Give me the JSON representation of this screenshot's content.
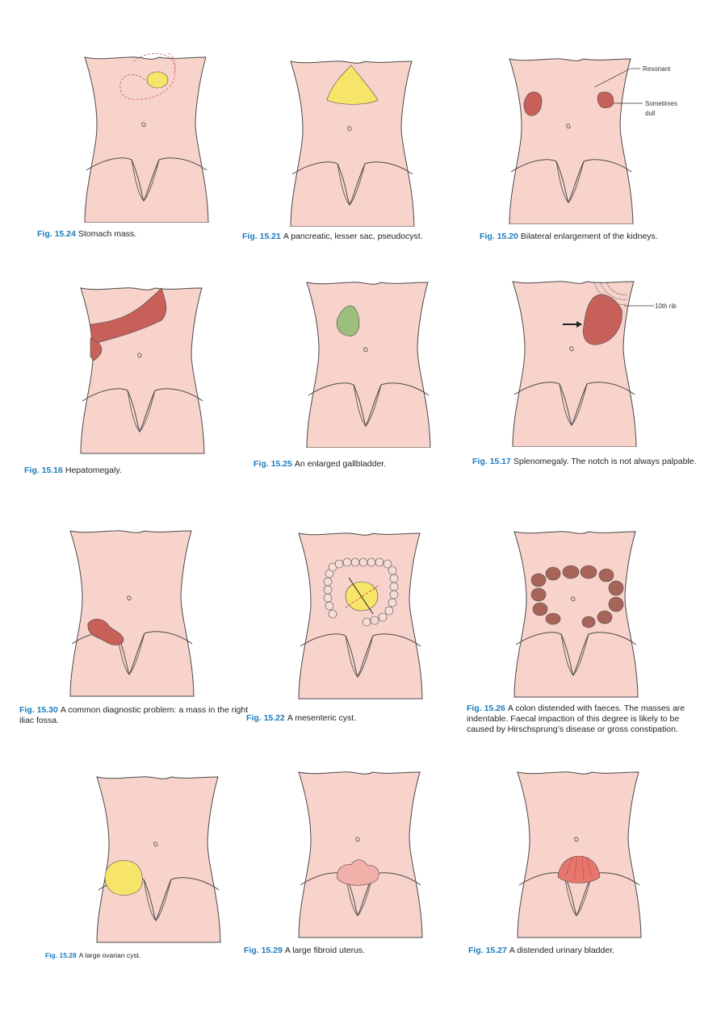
{
  "figures": [
    {
      "num": "Fig. 15.24",
      "text": "Stomach mass."
    },
    {
      "num": "Fig. 15.21",
      "text": "A pancreatic, lesser sac, pseudocyst."
    },
    {
      "num": "Fig. 15.20",
      "text": "Bilateral enlargement of the kidneys."
    },
    {
      "num": "Fig. 15.16",
      "text": "Hepatomegaly."
    },
    {
      "num": "Fig. 15.25",
      "text": "An enlarged gallbladder."
    },
    {
      "num": "Fig. 15.17",
      "text": "Splenomegaly. The notch is not always palpable."
    },
    {
      "num": "Fig. 15.30",
      "text": "A common diagnostic problem: a mass in the right iliac fossa."
    },
    {
      "num": "Fig. 15.22",
      "text": "A mesenteric cyst."
    },
    {
      "num": "Fig. 15.26",
      "text": "A colon distended with faeces. The masses are indentable. Faecal impaction of this degree is likely to be caused by Hirschsprung’s disease or gross constipation."
    },
    {
      "num": "Fig. 15.28",
      "text": "A large ovarian cyst."
    },
    {
      "num": "Fig. 15.29",
      "text": "A large fibroid uterus."
    },
    {
      "num": "Fig. 15.27",
      "text": "A distended urinary bladder."
    }
  ],
  "labels": {
    "resonant": "Resonant",
    "sometimes_dull_1": "Sometimes",
    "sometimes_dull_2": "dull",
    "tenth_rib": "10th rib"
  },
  "colors": {
    "skin": "#f8d3cb",
    "outline": "#4a4a4a",
    "caption_number": "#1c7bbf",
    "organ_red": "#c8605a",
    "organ_yellow": "#f7e56a",
    "gallbladder_green": "#9dbf7d",
    "faeces_brown": "#a9645a"
  }
}
